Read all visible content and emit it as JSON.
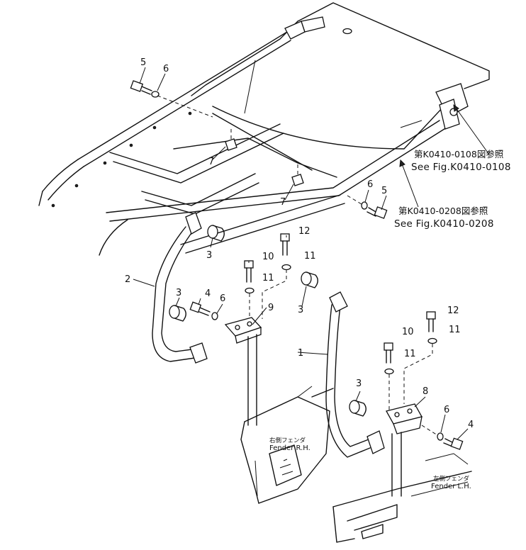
{
  "callouts": {
    "c1": "1",
    "c2": "2",
    "c3a": "3",
    "c3b": "3",
    "c3c": "3",
    "c3d": "3",
    "c4a": "4",
    "c4b": "4",
    "c5a": "5",
    "c5b": "5",
    "c6a": "6",
    "c6b": "6",
    "c6c": "6",
    "c6d": "6",
    "c7a": "7",
    "c7b": "7",
    "c8": "8",
    "c9": "9",
    "c10a": "10",
    "c10b": "10",
    "c11a": "11",
    "c11b": "11",
    "c11c": "11",
    "c11d": "11",
    "c12a": "12",
    "c12b": "12"
  },
  "references": {
    "ref1_jp": "第K0410-0108図参照",
    "ref1_en": "See Fig.K0410-0108",
    "ref2_jp": "第K0410-0208図参照",
    "ref2_en": "See Fig.K0410-0208"
  },
  "fenders": {
    "rh_jp": "右側フェンダ",
    "rh_en": "Fender R.H.",
    "lh_jp": "左側フェンダ",
    "lh_en": "Fender L.H."
  }
}
